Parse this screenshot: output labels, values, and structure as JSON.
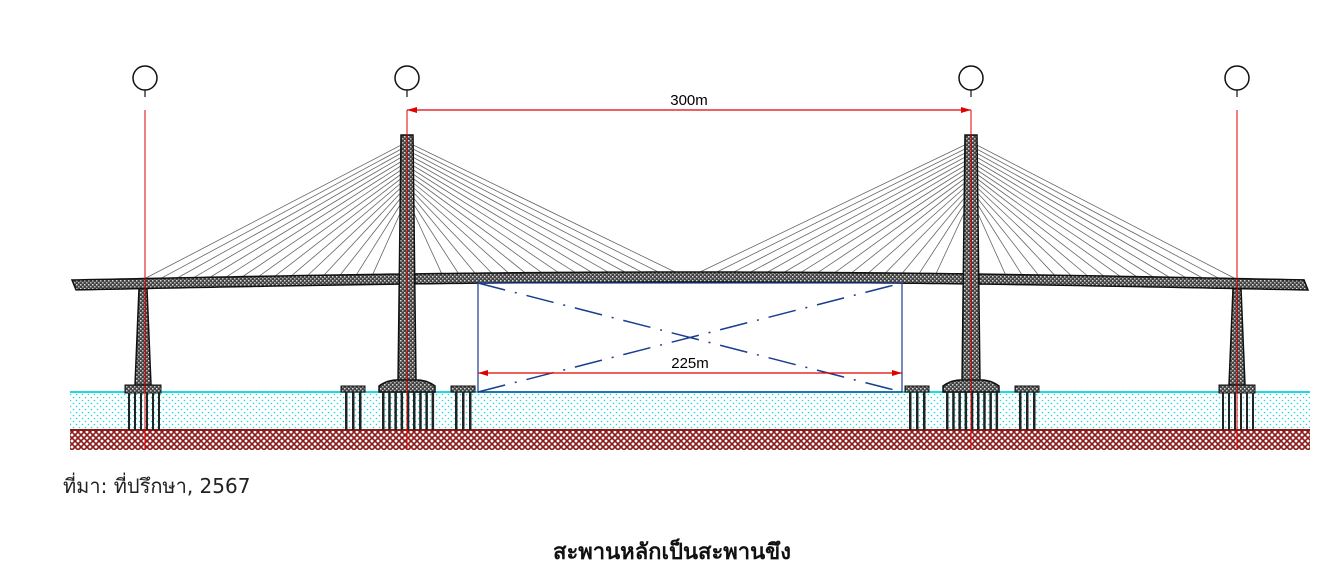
{
  "diagram": {
    "main_span_label": "300m",
    "clearance_label": "225m",
    "colors": {
      "axis_line": "#e00000",
      "clearance_box": "#1a3d8f",
      "water": "#20d8e0",
      "ground": "#8b1a1a",
      "concrete": "#333333",
      "cable": "#555555"
    }
  },
  "caption": {
    "source": "ที่มา: ที่ปรึกษา, 2567",
    "title": "สะพานหลักเป็นสะพานขึง"
  }
}
